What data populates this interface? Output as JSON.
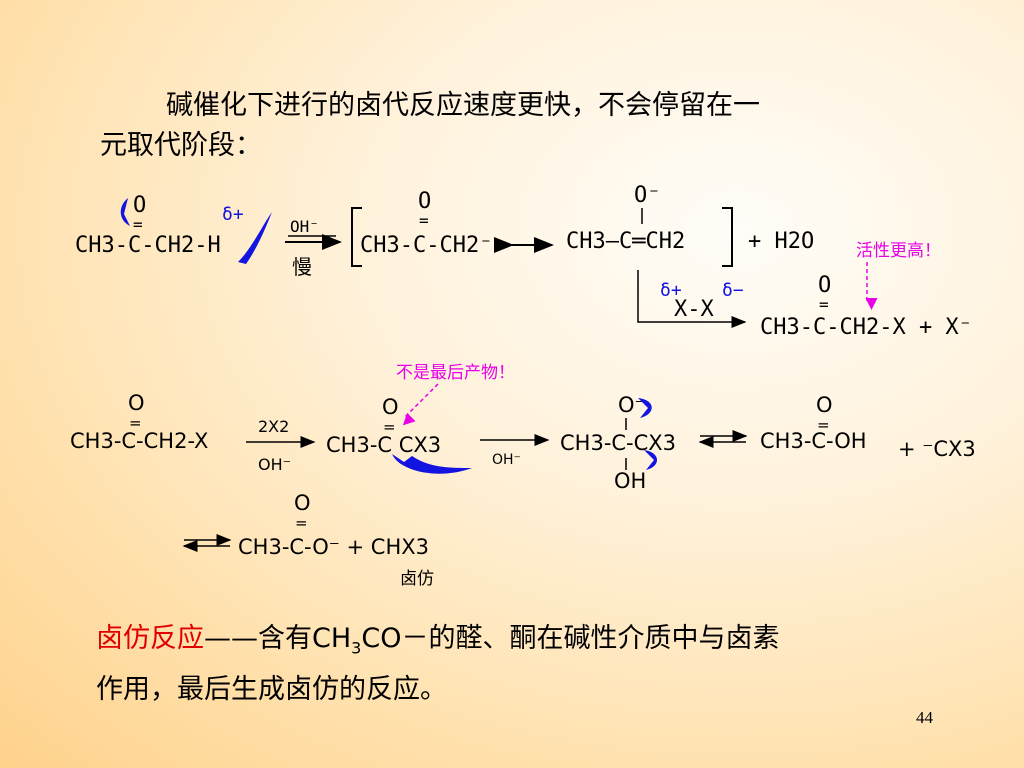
{
  "intro": {
    "line1": "碱催化下进行的卤代反应速度更快，不会停留在一",
    "line2": "元取代阶段："
  },
  "reaction1": {
    "ketone_o": "O",
    "ketone_eq": "=",
    "ketone_formula": "CH3-C-CH2-H",
    "delta_plus": "δ+",
    "reagent": "OH⁻",
    "step_note": "慢",
    "enolate1_o": "O",
    "enolate1_formula": "CH3-C-CH2⁻",
    "enolate2_o": "O⁻",
    "enolate2_formula": "CH3—C═CH2",
    "byproduct": "+ H2O",
    "annotation": "活性更高！",
    "halogen_delta_plus": "δ+",
    "halogen": "X-X",
    "halogen_delta_minus": "δ−",
    "product_o": "O",
    "product_formula": "CH3-C-CH2-X + X⁻"
  },
  "reaction2": {
    "annotation": "不是最后产物！",
    "start_o": "O",
    "start_formula": "CH3-C-CH2-X",
    "reagent_top": "2X2",
    "reagent_bottom": "OH⁻",
    "mid1_o": "O",
    "mid1_formula": "CH3-C   CX3",
    "mid1_reagent": "OH⁻",
    "mid2_o": "O⁻",
    "mid2_formula": "CH3-C-CX3",
    "mid2_oh": "OH",
    "acid_o": "O",
    "acid_formula": "CH3-C-OH",
    "anion": "+ ⁻CX3",
    "final_o": "O",
    "final_formula": "CH3-C-O⁻ + CHX3",
    "haloform_label": "卤仿"
  },
  "definition": {
    "term": "卤仿反应",
    "dash": "——",
    "text_before_sub": "含有CH",
    "sub": "3",
    "text_after_sub": "CO－的醛、酮在碱性介质中与卤素",
    "line2": "作用，最后生成卤仿的反应。"
  },
  "page_number": "44",
  "colors": {
    "annotation": "#e800e8",
    "arrow_blue": "#1414e0",
    "term_red": "#e00000"
  }
}
